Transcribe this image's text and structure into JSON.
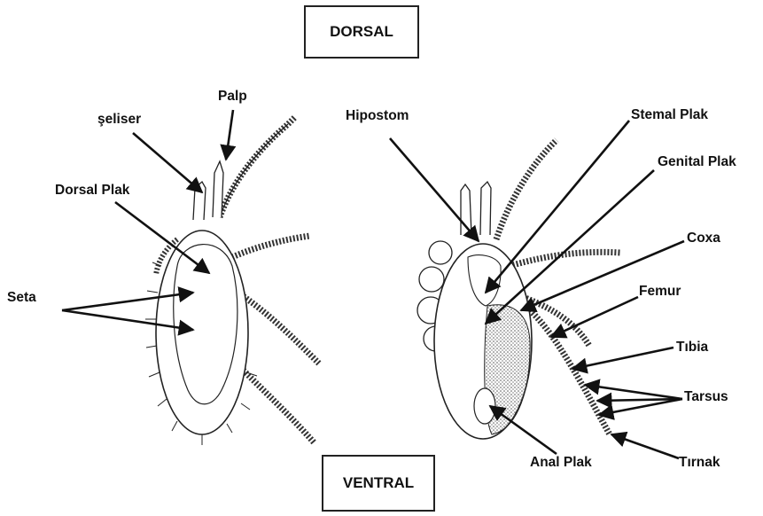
{
  "views": {
    "dorsal": "DORSAL",
    "ventral": "VENTRAL"
  },
  "labels": {
    "palp": "Palp",
    "seliser": "şeliser",
    "dorsal_plak": "Dorsal Plak",
    "seta": "Seta",
    "hipostom": "Hipostom",
    "sternal_plak": "Stemal Plak",
    "genital_plak": "Genital Plak",
    "coxa": "Coxa",
    "femur": "Femur",
    "tibia": "Tıbia",
    "tarsus": "Tarsus",
    "tirnak": "Tırnak",
    "anal_plak": "Anal Plak"
  },
  "colors": {
    "ink": "#111111",
    "body_fill": "#ffffff",
    "stipple": "#555555"
  }
}
